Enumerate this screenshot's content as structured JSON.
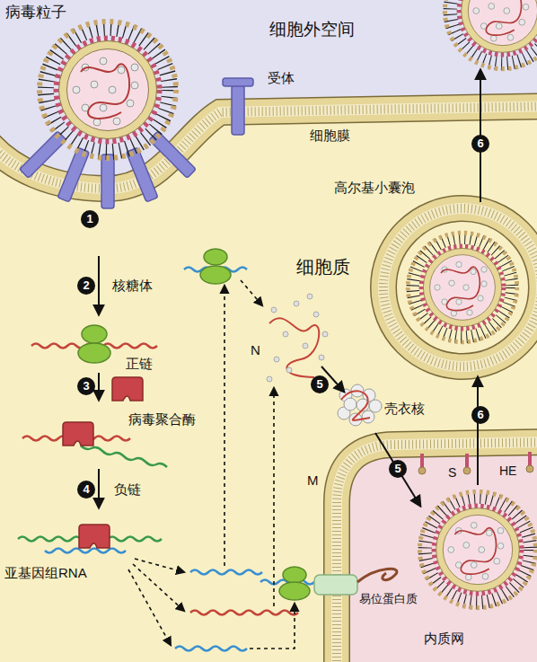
{
  "diagram": {
    "labels": [
      "病毒粒子",
      "细胞外空间",
      "受体",
      "细胞膜",
      "1",
      "6",
      "高尔基小囊泡",
      "2",
      "核糖体",
      "细胞质",
      "正链",
      "N",
      "5",
      "3",
      "病毒聚合酶",
      "壳衣核",
      "6",
      "HE",
      "S",
      "4",
      "负链",
      "M",
      "5",
      "易位蛋白质",
      "亚基因组RNA",
      "内质网"
    ]
  }
}
